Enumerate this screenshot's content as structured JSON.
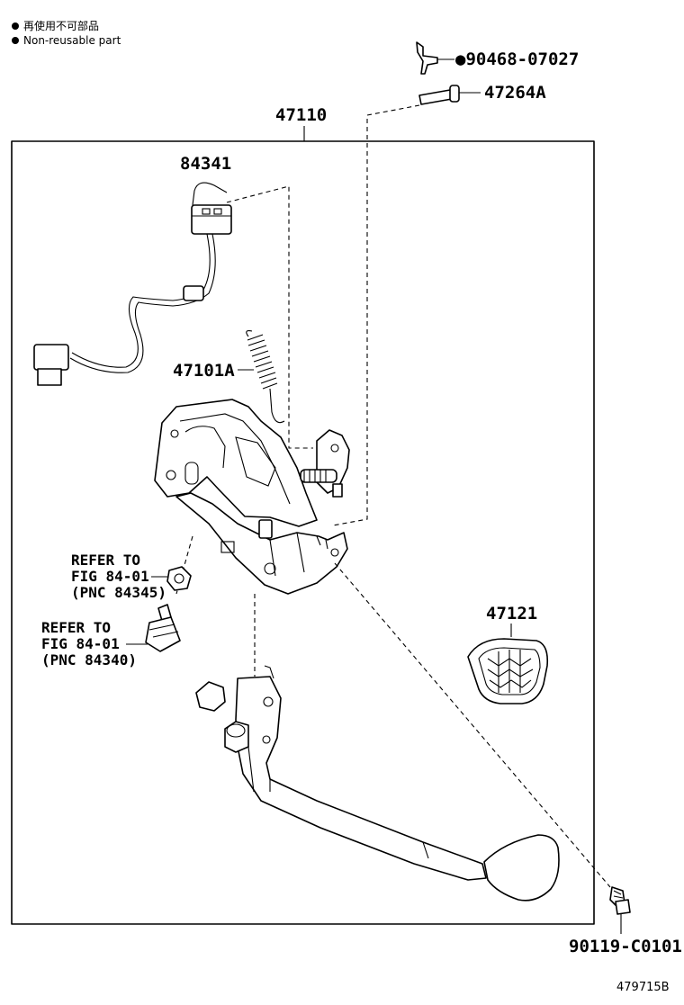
{
  "legend": {
    "symbol": "●",
    "line1": "再使用不可部品",
    "line2": "Non-reusable part"
  },
  "labels": {
    "assembly": "47110",
    "switch": "84341",
    "spring": "47101A",
    "bolt_top": "●90468-07027",
    "pin": "47264A",
    "pad": "47121",
    "bolt_bottom": "90119-C0101",
    "figure_id": "479715B"
  },
  "refs": [
    {
      "line1": "REFER TO",
      "line2": "FIG 84-01",
      "line3": "(PNC 84345)"
    },
    {
      "line1": "REFER TO",
      "line2": "FIG 84-01",
      "line3": "(PNC 84340)"
    }
  ]
}
